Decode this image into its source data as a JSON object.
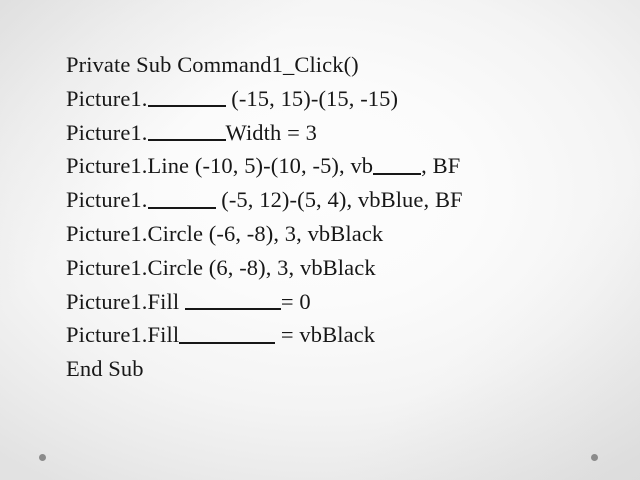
{
  "slide": {
    "background_center_color": "#fdfdfd",
    "background_edge_color": "#e2e2e2",
    "text_color": "#171717",
    "decoration": {
      "dot_color": "#8b8b8b",
      "dot_count": 2
    }
  },
  "code": {
    "language": "Visual Basic",
    "lines": [
      {
        "id": "line-1",
        "text": "Private Sub Command1_Click()",
        "segments": [
          {
            "type": "text",
            "value": "Private Sub Command1_Click()"
          }
        ]
      },
      {
        "id": "line-2",
        "text": "Picture1.________ (-15, 15)-(15, -15)",
        "segments": [
          {
            "type": "text",
            "value": "Picture1."
          },
          {
            "type": "blank",
            "size": "md"
          },
          {
            "type": "text",
            "value": " (-15, 15)-(15, -15)"
          }
        ]
      },
      {
        "id": "line-3",
        "text": "Picture1.________Width = 3",
        "segments": [
          {
            "type": "text",
            "value": "Picture1."
          },
          {
            "type": "blank",
            "size": "md"
          },
          {
            "type": "text",
            "value": "Width = 3"
          }
        ]
      },
      {
        "id": "line-4",
        "text": "Picture1.Line (-10, 5)-(10, -5), vb_____, BF",
        "segments": [
          {
            "type": "text",
            "value": "Picture1.Line (-10, 5)-(10, -5), vb"
          },
          {
            "type": "blank",
            "size": "xs"
          },
          {
            "type": "text",
            "value": ", BF"
          }
        ]
      },
      {
        "id": "line-5",
        "text": "Picture1.______ (-5, 12)-(5, 4), vbBlue, BF",
        "segments": [
          {
            "type": "text",
            "value": "Picture1."
          },
          {
            "type": "blank",
            "size": "sm"
          },
          {
            "type": "text",
            "value": " (-5, 12)-(5, 4), vbBlue, BF"
          }
        ]
      },
      {
        "id": "line-6",
        "text": "Picture1.Circle (-6, -8), 3, vbBlack",
        "segments": [
          {
            "type": "text",
            "value": "Picture1.Circle (-6, -8), 3, vbBlack"
          }
        ]
      },
      {
        "id": "line-7",
        "text": "Picture1.Circle (6, -8), 3, vbBlack",
        "segments": [
          {
            "type": "text",
            "value": "Picture1.Circle (6, -8), 3, vbBlack"
          }
        ]
      },
      {
        "id": "line-8",
        "text": "Picture1.Fill __________= 0",
        "segments": [
          {
            "type": "text",
            "value": "Picture1.Fill "
          },
          {
            "type": "blank",
            "size": "lg"
          },
          {
            "type": "text",
            "value": "= 0"
          }
        ]
      },
      {
        "id": "line-9",
        "text": "Picture1.Fill__________ = vbBlack",
        "segments": [
          {
            "type": "text",
            "value": "Picture1.Fill"
          },
          {
            "type": "blank",
            "size": "lg"
          },
          {
            "type": "text",
            "value": " = vbBlack"
          }
        ]
      },
      {
        "id": "line-10",
        "text": "End Sub",
        "segments": [
          {
            "type": "text",
            "value": "End Sub"
          }
        ]
      }
    ]
  }
}
